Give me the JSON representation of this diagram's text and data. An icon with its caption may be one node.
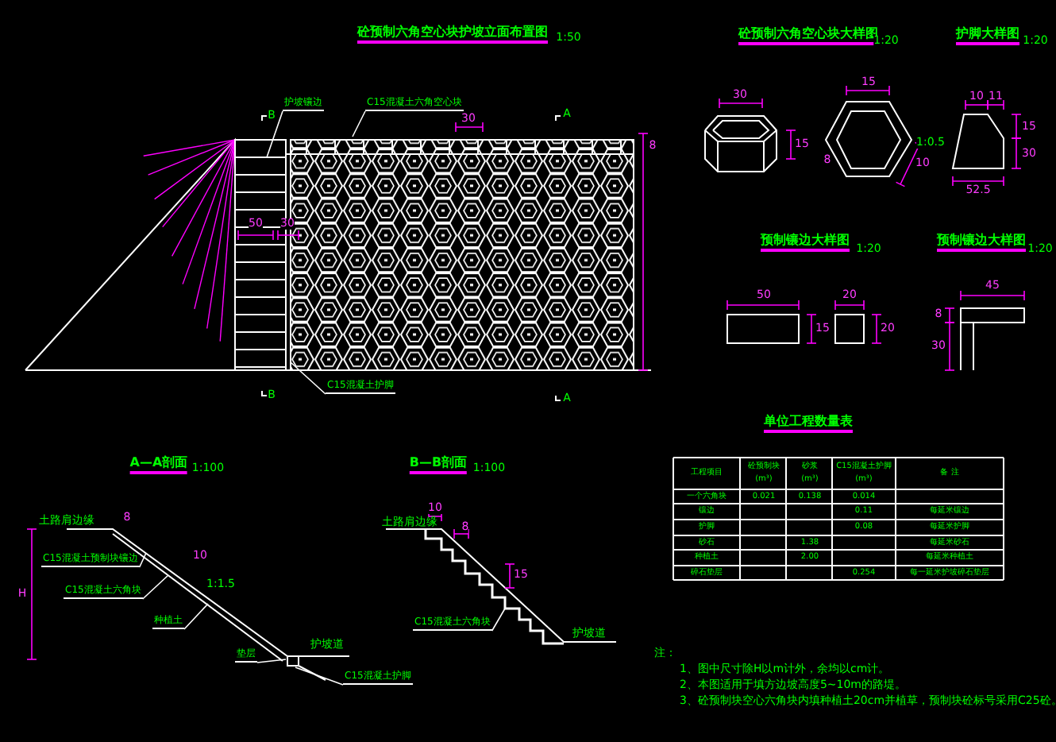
{
  "diagram": {
    "nodes": [
      {
        "text": [
          "护坡镶边"
        ]
      },
      {
        "text": [
          "C15混凝土六角空心块"
        ]
      },
      {
        "text": [
          "C15混凝土护脚"
        ]
      },
      {
        "text": [
          "C15混凝土预制块镶边"
        ]
      },
      {
        "text": [
          "C15混凝土六角块"
        ]
      },
      {
        "text": [
          "种植土"
        ]
      },
      {
        "text": [
          "垫层"
        ]
      },
      {
        "text": [
          "C15混凝土护脚"
        ]
      },
      {
        "text": [
          "C15混凝土六角块"
        ]
      }
    ],
    "edges": [
      {
        "from": 0,
        "to": null,
        "arrow": "none"
      },
      {
        "from": 1,
        "to": null,
        "arrow": "none"
      },
      {
        "from": 2,
        "to": null,
        "arrow": "none"
      },
      {
        "from": 3,
        "to": null,
        "arrow": "none"
      },
      {
        "from": 4,
        "to": null,
        "arrow": "none"
      },
      {
        "from": 5,
        "to": null,
        "arrow": "none"
      },
      {
        "from": 6,
        "to": null,
        "arrow": "none"
      },
      {
        "from": 7,
        "to": null,
        "arrow": "none"
      },
      {
        "from": 8,
        "to": null,
        "arrow": "none"
      }
    ],
    "labels": [
      "砼预制六角空心块护坡立面布置图",
      "1:50",
      "砼预制六角空心块大样图",
      "1:20",
      "护脚大样图",
      "1:20",
      "B",
      "A",
      "30",
      "8",
      "50",
      "30",
      "B",
      "A",
      "30",
      "15",
      "15",
      "8",
      "10",
      "10",
      "11",
      "15",
      "30",
      "52.5",
      "1:0.5",
      "预制镶边大样图",
      "1:20",
      "预制镶边大样图",
      "1:20",
      "50",
      "15",
      "20",
      "20",
      "45",
      "8",
      "30",
      "A—A剖面",
      "1:100",
      "B—B剖面",
      "1:100",
      "H",
      "8",
      "10",
      "1:1.5",
      "10",
      "8",
      "15",
      "单位工程数量表",
      "工程项目",
      "砼预制块",
      "(m³)",
      "砂浆",
      "(m³)",
      "C15混凝土护脚",
      "(m³)",
      "备 注",
      "一个六角块",
      "0.021",
      "0.138",
      "0.014",
      "镶边",
      "0.11",
      "每延米镶边",
      "护脚",
      "0.08",
      "每延米护脚",
      "砂石",
      "1.38",
      "每延米砂石",
      "种植土",
      "2.00",
      "每延米种植土",
      "碎石垫层",
      "0.254",
      "每一延米护坡碎石垫层",
      "注：",
      "1、图中尺寸除H以m计外，余均以cm计。",
      "2、本图适用于填方边坡高度5~10m的路堤。",
      "3、砼预制块空心六角块内填种植土20cm并植草，预制块砼标号采用C25砼。",
      "土路肩边缘",
      "护坡道",
      "土路肩边缘",
      "护坡道"
    ]
  }
}
